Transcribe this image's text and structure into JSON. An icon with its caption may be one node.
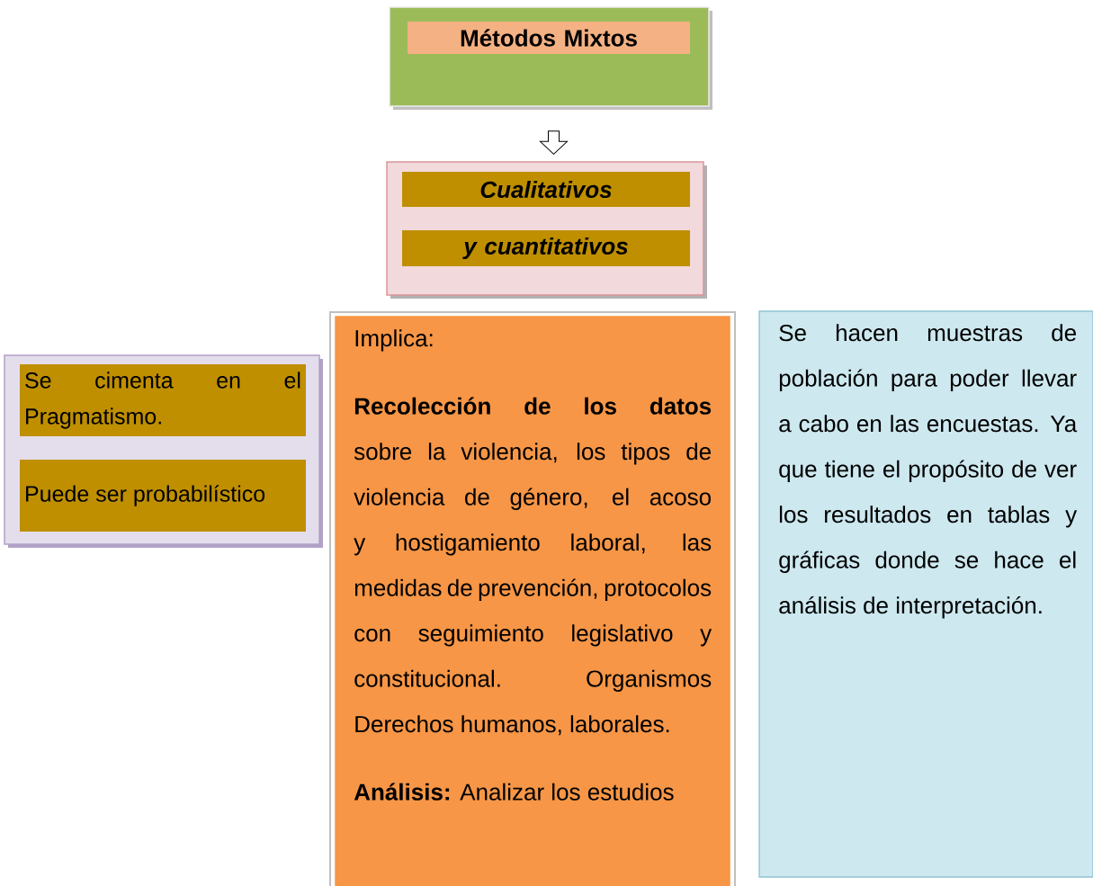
{
  "diagram": {
    "nodes": [
      {
        "text": [
          "Métodos Mixtos"
        ]
      },
      {
        "text": [
          "Cualitativos",
          "y cuantitativos"
        ]
      },
      {
        "text": [
          "Se cimenta en el Pragmatismo.",
          "Puede ser probabilístico"
        ]
      },
      {
        "text": [
          "Implica:",
          "**Recolección de los datos** sobre la violencia, los tipos de violencia de género, el acoso y hostigamiento laboral, las medidas de prevención, protocolos con seguimiento legislativo y constitucional. Organismos Derechos humanos, laborales.",
          "**Análisis:** Analizar los estudios"
        ]
      },
      {
        "text": [
          "Se hacen muestras de población para poder llevar a cabo en las encuestas. Ya que tiene el propósito de ver los resultados en tablas y gráficas donde se hace el análisis de interpretación."
        ]
      }
    ],
    "edges": [
      {
        "from": 0,
        "to": 1,
        "arrow": "to"
      }
    ]
  }
}
